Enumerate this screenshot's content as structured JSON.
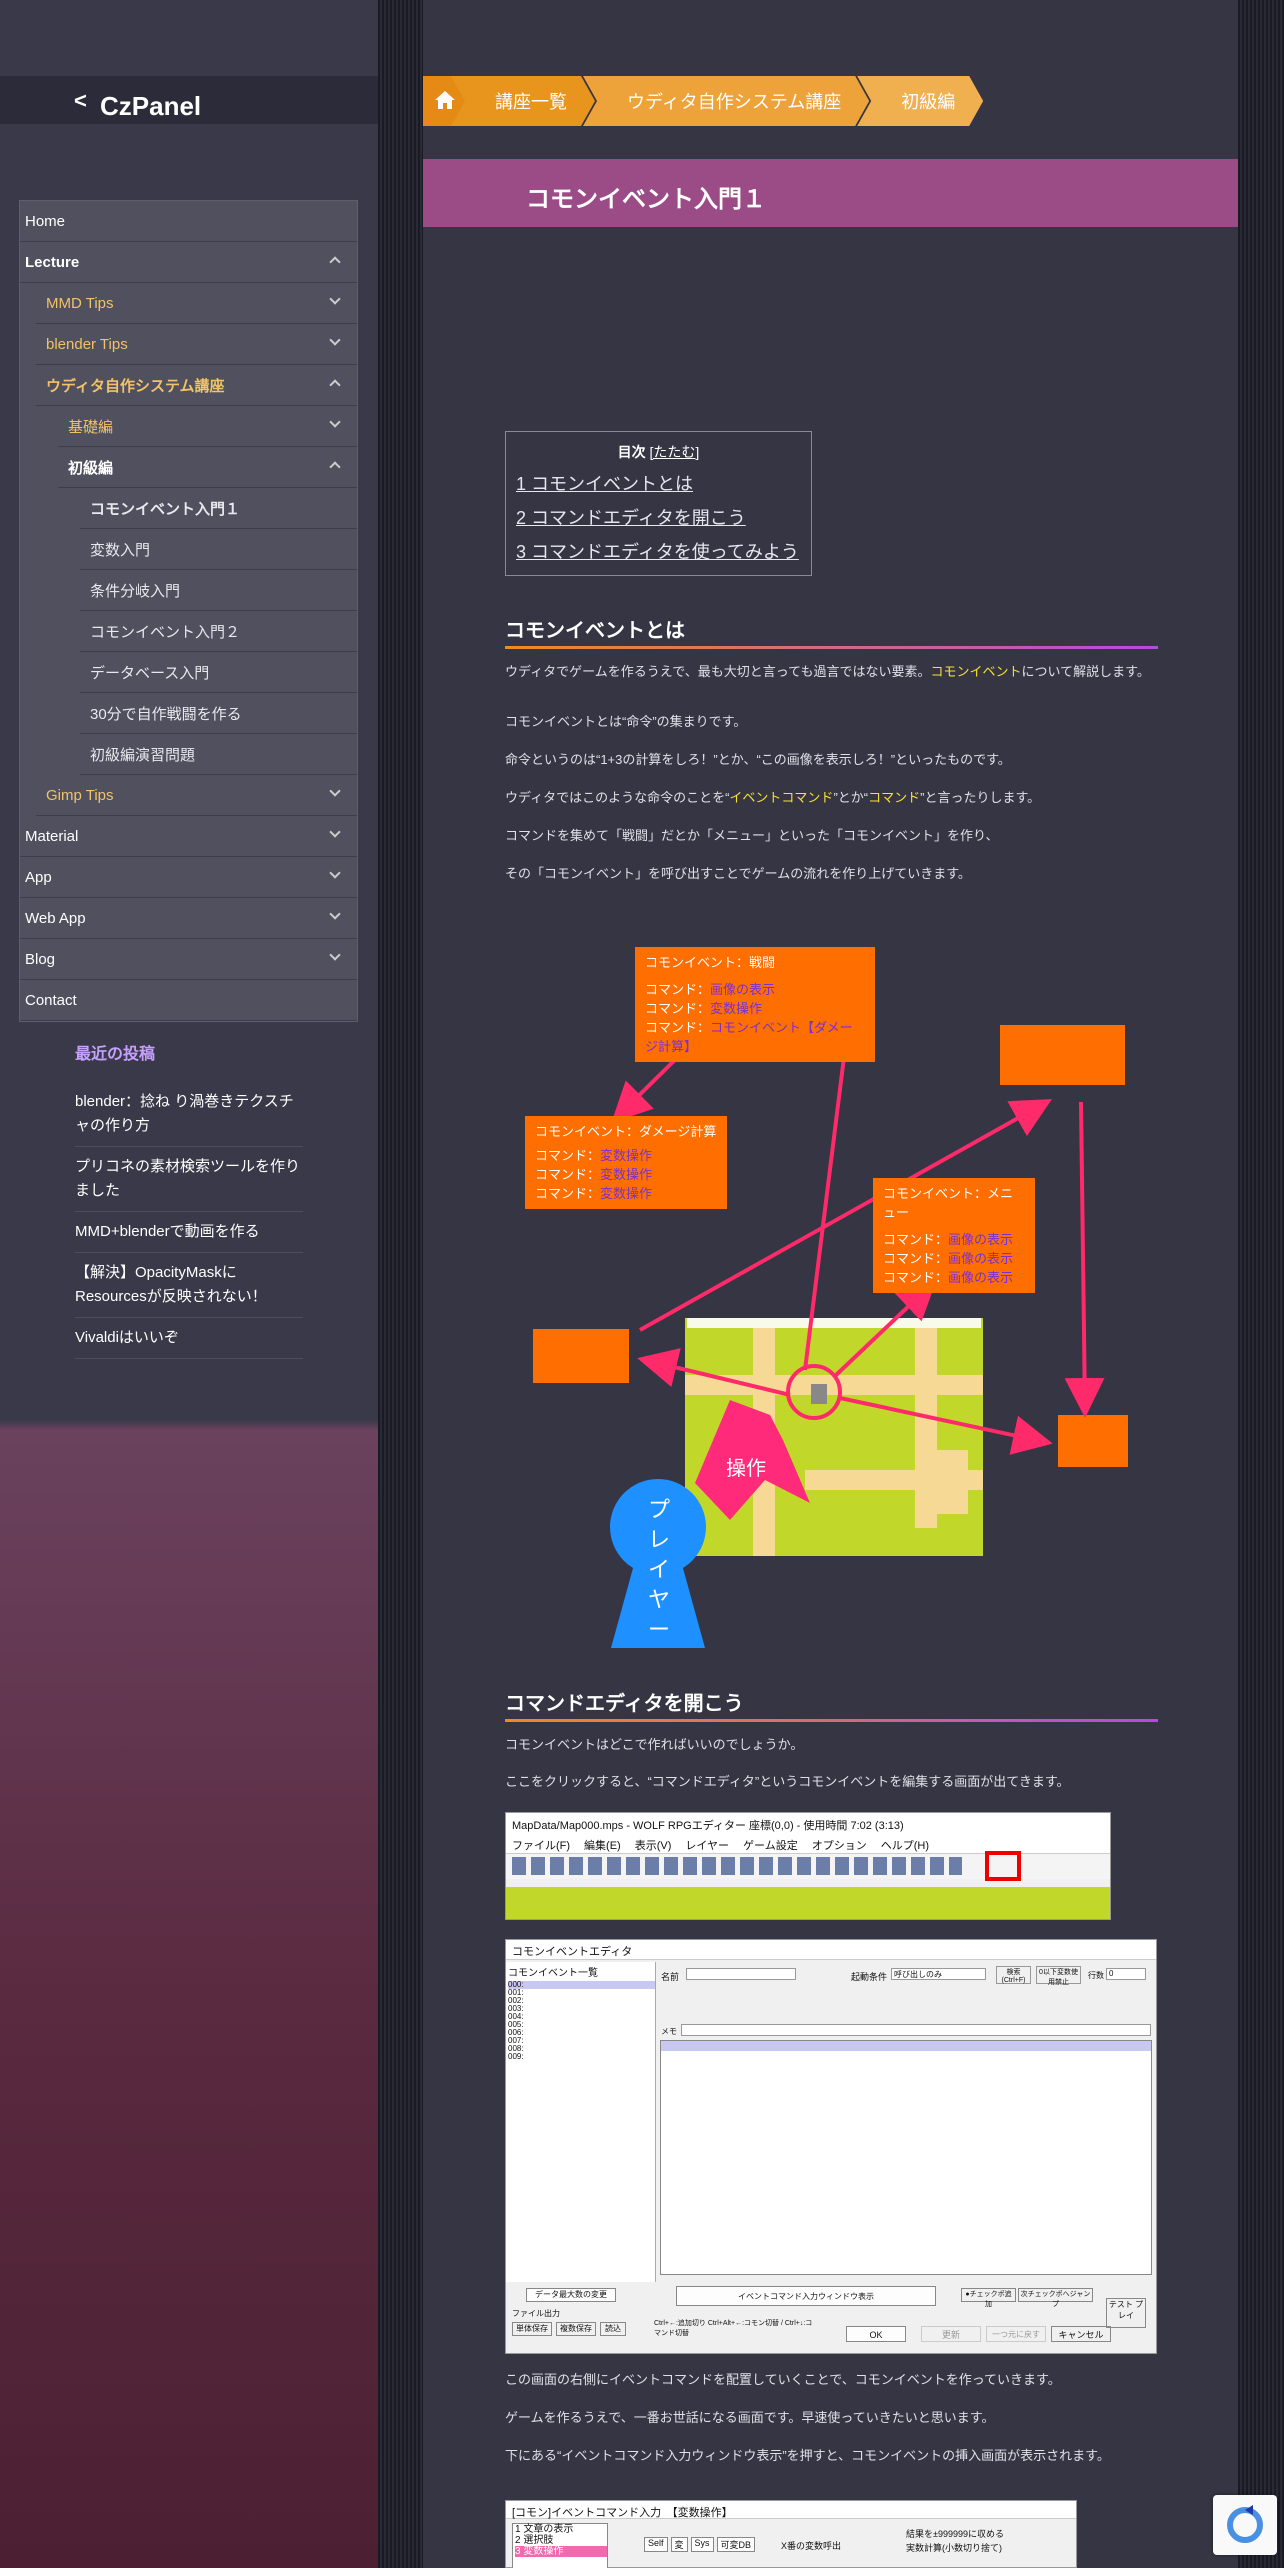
{
  "brand": {
    "name": "CzPanel"
  },
  "breadcrumb": {
    "items": [
      "講座一覧",
      "ウディタ自作システム講座",
      "初級編"
    ]
  },
  "menu": {
    "items": [
      {
        "label": "Home",
        "level": 0
      },
      {
        "label": "Lecture",
        "level": 0,
        "expanded": true
      },
      {
        "label": "MMD Tips",
        "level": 1
      },
      {
        "label": "blender Tips",
        "level": 1
      },
      {
        "label": "ウディタ自作システム講座",
        "level": 1,
        "expanded": true
      },
      {
        "label": "基礎編",
        "level": 2
      },
      {
        "label": "初級編",
        "level": 2,
        "expanded": true
      },
      {
        "label": "コモンイベント入門１",
        "level": 3,
        "current": true
      },
      {
        "label": "変数入門",
        "level": 3
      },
      {
        "label": "条件分岐入門",
        "level": 3
      },
      {
        "label": "コモンイベント入門２",
        "level": 3
      },
      {
        "label": "データベース入門",
        "level": 3
      },
      {
        "label": "30分で自作戦闘を作る",
        "level": 3
      },
      {
        "label": "初級編演習問題",
        "level": 3
      },
      {
        "label": "Gimp Tips",
        "level": 1
      },
      {
        "label": "Material",
        "level": 0
      },
      {
        "label": "App",
        "level": 0
      },
      {
        "label": "Web App",
        "level": 0
      },
      {
        "label": "Blog",
        "level": 0
      },
      {
        "label": "Contact",
        "level": 0
      }
    ]
  },
  "recent": {
    "title": "最近の投稿",
    "posts": [
      "blender：捻ね り渦巻きテクスチャの作り方",
      "プリコネの素材検索ツールを作りました",
      "MMD+blenderで動画を作る",
      "【解決】OpacityMaskにResourcesが反映されない！",
      "Vivaldiはいいぞ"
    ]
  },
  "page": {
    "title": "コモンイベント入門１"
  },
  "toc": {
    "title": "目次",
    "toggle": "[たたむ]",
    "items": [
      "1 コモンイベントとは",
      "2 コマンドエディタを開こう",
      "3 コマンドエディタを使ってみよう"
    ]
  },
  "section1": {
    "heading": "コモンイベントとは",
    "p1a": "ウディタでゲームを作るうえで、最も大切と言っても過言ではない要素。",
    "p1b": "コモンイベント",
    "p1c": "について解説します。",
    "p2": "コモンイベントとは“命令”の集まりです。",
    "p3": "命令というのは“1+3の計算をしろ！”とか、“この画像を表示しろ！”といったものです。",
    "p4a": "ウディタではこのような命令のことを“",
    "p4b": "イベントコマンド",
    "p4c": "”とか“",
    "p4d": "コマンド",
    "p4e": "”と言ったりします。",
    "p5": "コマンドを集めて「戦闘」だとか「メニュー」といった「コモンイベント」を作り、",
    "p6": "その「コモンイベント」を呼び出すことでゲームの流れを作り上げていきます。"
  },
  "diagram": {
    "battle": {
      "title": "コモンイベント：戦闘",
      "lines": [
        [
          "コマンド：",
          "画像の表示"
        ],
        [
          "コマンド：",
          "変数操作"
        ],
        [
          "コマンド：",
          "コモンイベント【ダメージ計算】"
        ]
      ]
    },
    "damage": {
      "title": "コモンイベント：ダメージ計算",
      "lines": [
        [
          "コマンド：",
          "変数操作"
        ],
        [
          "コマンド：",
          "変数操作"
        ],
        [
          "コマンド：",
          "変数操作"
        ]
      ]
    },
    "menu": {
      "title": "コモンイベント：メニュー",
      "lines": [
        [
          "コマンド：",
          "画像の表示"
        ],
        [
          "コマンド：",
          "画像の表示"
        ],
        [
          "コマンド：",
          "画像の表示"
        ]
      ]
    },
    "operation": "操作",
    "player": "プレイヤー"
  },
  "section2": {
    "heading": "コマンドエディタを開こう",
    "p1": "コモンイベントはどこで作ればいいのでしょうか。",
    "p2": "ここをクリックすると、“コマンドエディタ”というコモンイベントを編集する画面が出てきます。",
    "p3": "この画面の右側にイベントコマンドを配置していくことで、コモンイベントを作っていきます。",
    "p4": "ゲームを作るうえで、一番お世話になる画面です。早速使っていきたいと思います。",
    "p5": "下にある“イベントコマンド入力ウィンドウ表示”を押すと、コモンイベントの挿入画面が表示されます。"
  },
  "shot1": {
    "title": "MapData/Map000.mps - WOLF RPGエディター 座標(0,0) - 使用時間 7:02 (3:13)",
    "menus": [
      "ファイル(F)",
      "編集(E)",
      "表示(V)",
      "レイヤー",
      "ゲーム設定",
      "オプション",
      "ヘルプ(H)"
    ]
  },
  "shot2": {
    "title": "コモンイベントエディタ",
    "list_header": "コモンイベント一覧",
    "rows": [
      "000:",
      "001:",
      "002:",
      "003:",
      "004:",
      "005:",
      "006:",
      "007:",
      "008:",
      "009:"
    ],
    "name_label": "名前",
    "start_label": "起動条件",
    "start_value": "呼び出しのみ",
    "search_label": "検索 (Ctrl+F)",
    "unused_label": "0以下変数使用禁止",
    "lines_label": "行数",
    "lines_value": "0",
    "memo_label": "メモ",
    "btn_data": "データ最大数の変更",
    "btn_event_input": "イベントコマンド入力ウィンドウ表示",
    "btn_check": "●チェックポ追加",
    "btn_check2": "次チェックポへジャンプ",
    "btn_test": "テスト プレイ",
    "btn_ok": "OK",
    "btn_update": "更新",
    "btn_undo": "一つ元に戻す",
    "btn_cancel": "キャンセル",
    "file_output": "ファイル出力",
    "btn_single": "単体保存",
    "btn_multi": "複数保存",
    "btn_read": "読込",
    "shortcuts": "Ctrl+←:追加切り  Ctrl+Alt+←:コモン切替 / Ctrl+↓:コマンド切替"
  },
  "shot3": {
    "title": "[コモン]イベントコマンド入力　【変数操作】",
    "list": [
      "1 文章の表示",
      "2 選択肢",
      "3 変数操作"
    ],
    "tabs": [
      "Self",
      "変",
      "Sys",
      "可変DB"
    ],
    "check1": "X番の変数呼出",
    "check2": "結果を±999999に収める",
    "check3": "実数計算(小数切り捨て)"
  }
}
